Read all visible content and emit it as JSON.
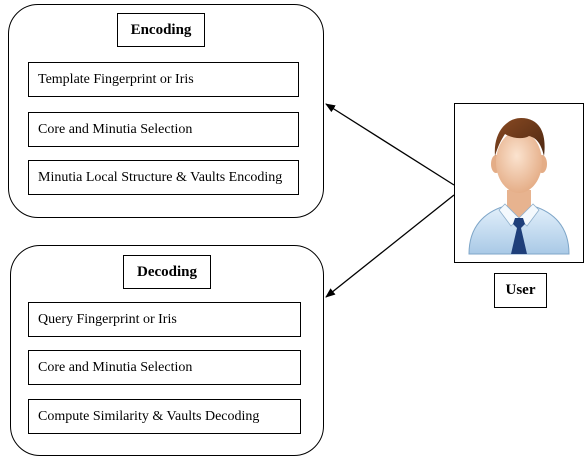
{
  "encoding": {
    "title": "Encoding",
    "steps": [
      "Template Fingerprint or Iris",
      "Core and Minutia Selection",
      "Minutia Local Structure & Vaults Encoding"
    ]
  },
  "decoding": {
    "title": "Decoding",
    "steps": [
      "Query Fingerprint or Iris",
      "Core and Minutia Selection",
      "Compute Similarity & Vaults Decoding"
    ]
  },
  "user": {
    "label": "User",
    "icon": "user-avatar-icon"
  },
  "colors": {
    "line": "#000000",
    "skin": "#f2c9a8",
    "hair": "#6b3a1e",
    "shirt": "#cfe4f5",
    "tie": "#1f3f7a"
  }
}
